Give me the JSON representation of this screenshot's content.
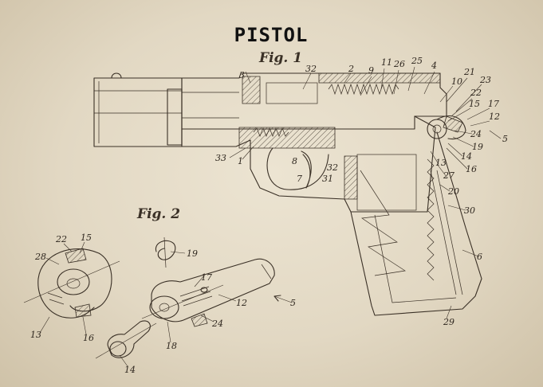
{
  "title": "PISTOL",
  "fig1": {
    "label": "Fig. 1",
    "callouts": [
      "3",
      "32",
      "2",
      "11",
      "26",
      "25",
      "4",
      "9",
      "10",
      "21",
      "23",
      "22",
      "15",
      "17",
      "12",
      "5",
      "24",
      "19",
      "14",
      "16",
      "13",
      "27",
      "20",
      "30",
      "6",
      "29",
      "8",
      "7",
      "33",
      "1",
      "32",
      "31"
    ]
  },
  "fig2": {
    "label": "Fig. 2",
    "callouts": [
      "22",
      "15",
      "28",
      "13",
      "16",
      "19",
      "17",
      "12",
      "24",
      "5",
      "18",
      "14"
    ]
  },
  "colors": {
    "paper": "#e4dbc8",
    "ink": "#3a3026"
  }
}
